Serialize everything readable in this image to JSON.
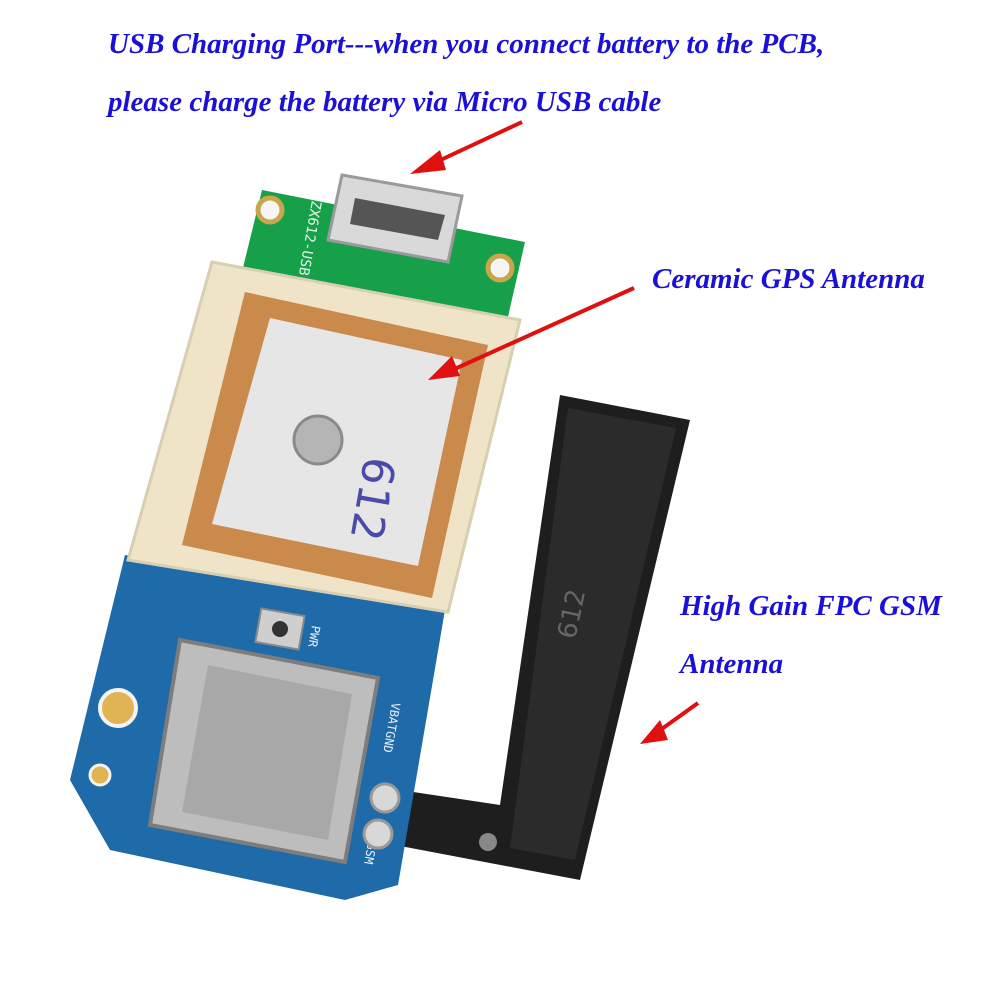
{
  "colors": {
    "label_text": "#1a10d8",
    "arrow": "#e01010",
    "pcb_green": "#17a04a",
    "pcb_blue": "#1f6aa8",
    "antenna_black": "#1e1e1e",
    "gps_ceramic": "#c98a4c"
  },
  "labels": {
    "usb_line1": "USB Charging Port---when you connect battery to the PCB,",
    "usb_line2": "please charge the battery via Micro USB cable",
    "gps": "Ceramic GPS Antenna",
    "gsm_line1": "High Gain FPC GSM",
    "gsm_line2": "Antenna"
  },
  "board_markings": {
    "gps_patch_number": "612",
    "antenna_number": "612",
    "usb_silkscreen": "ZX612-USB",
    "pwr": "PWR",
    "vbat_gnd": "VBATGND",
    "gsm": "GSM"
  }
}
